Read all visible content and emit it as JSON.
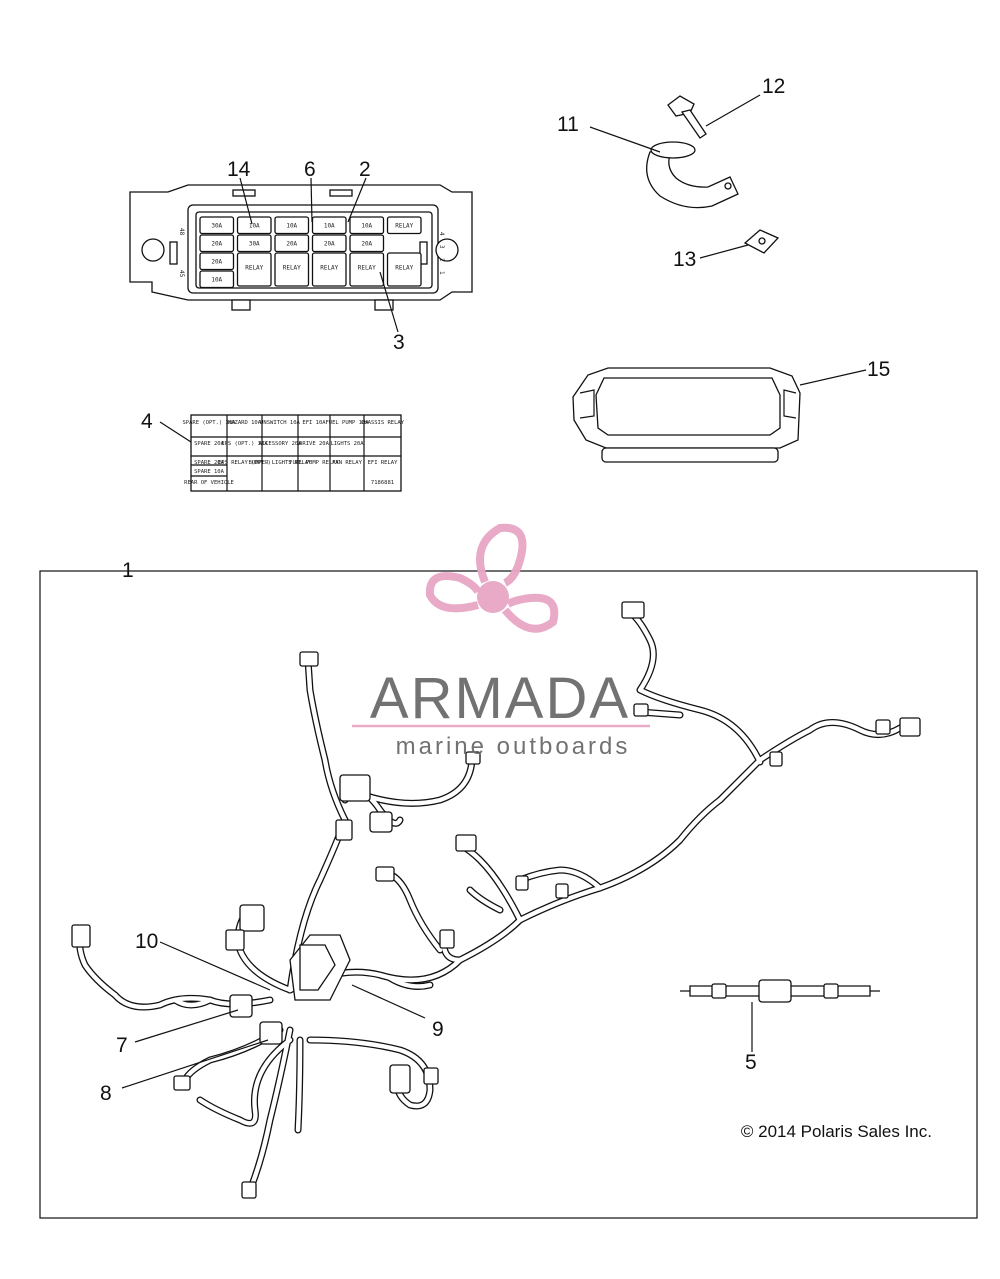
{
  "callouts": [
    "1",
    "2",
    "3",
    "4",
    "5",
    "6",
    "7",
    "8",
    "9",
    "10",
    "11",
    "12",
    "13",
    "14",
    "15"
  ],
  "fuse_box": {
    "side_left": "48",
    "side_left_b": "45",
    "side_right": [
      "4",
      "3",
      "2",
      "1"
    ],
    "row1": [
      "30A",
      "10A",
      "10A",
      "10A",
      "10A",
      "RELAY"
    ],
    "row2": [
      "20A",
      "30A",
      "20A",
      "20A",
      "20A"
    ],
    "row3": [
      "20A",
      "RELAY",
      "RELAY",
      "RELAY",
      "RELAY",
      "RELAY"
    ],
    "row4": [
      "10A"
    ]
  },
  "decal": {
    "cells": [
      [
        "SPARE (OPT.) 30A",
        "HAZARD 10A",
        "UNSWITCH 10A",
        "EFI 10A",
        "FUEL PUMP 10A",
        "CHASSIS RELAY"
      ],
      [
        "SPARE 20A",
        "EPS (OPT.) 30A",
        "ACCESSORY 20A",
        "DRIVE 20A",
        "LIGHTS 20A",
        ""
      ],
      [
        "SPARE 20A",
        "EPS RELAY (OPT.)",
        "BUMPER LIGHTS RELAY",
        "FUEL PUMP RELAY",
        "FAN RELAY",
        "EFI RELAY"
      ],
      [
        "SPARE 10A",
        "",
        "",
        "",
        "",
        ""
      ],
      [
        "REAR OF VEHICLE",
        "",
        "",
        "",
        "",
        "7186881"
      ]
    ]
  },
  "watermark": {
    "brand": "ARMADA",
    "tagline": "marine outboards",
    "brand_color": "#6b6b6b",
    "accent_color": "#e7a6c5"
  },
  "copyright": "© 2014 Polaris Sales Inc."
}
